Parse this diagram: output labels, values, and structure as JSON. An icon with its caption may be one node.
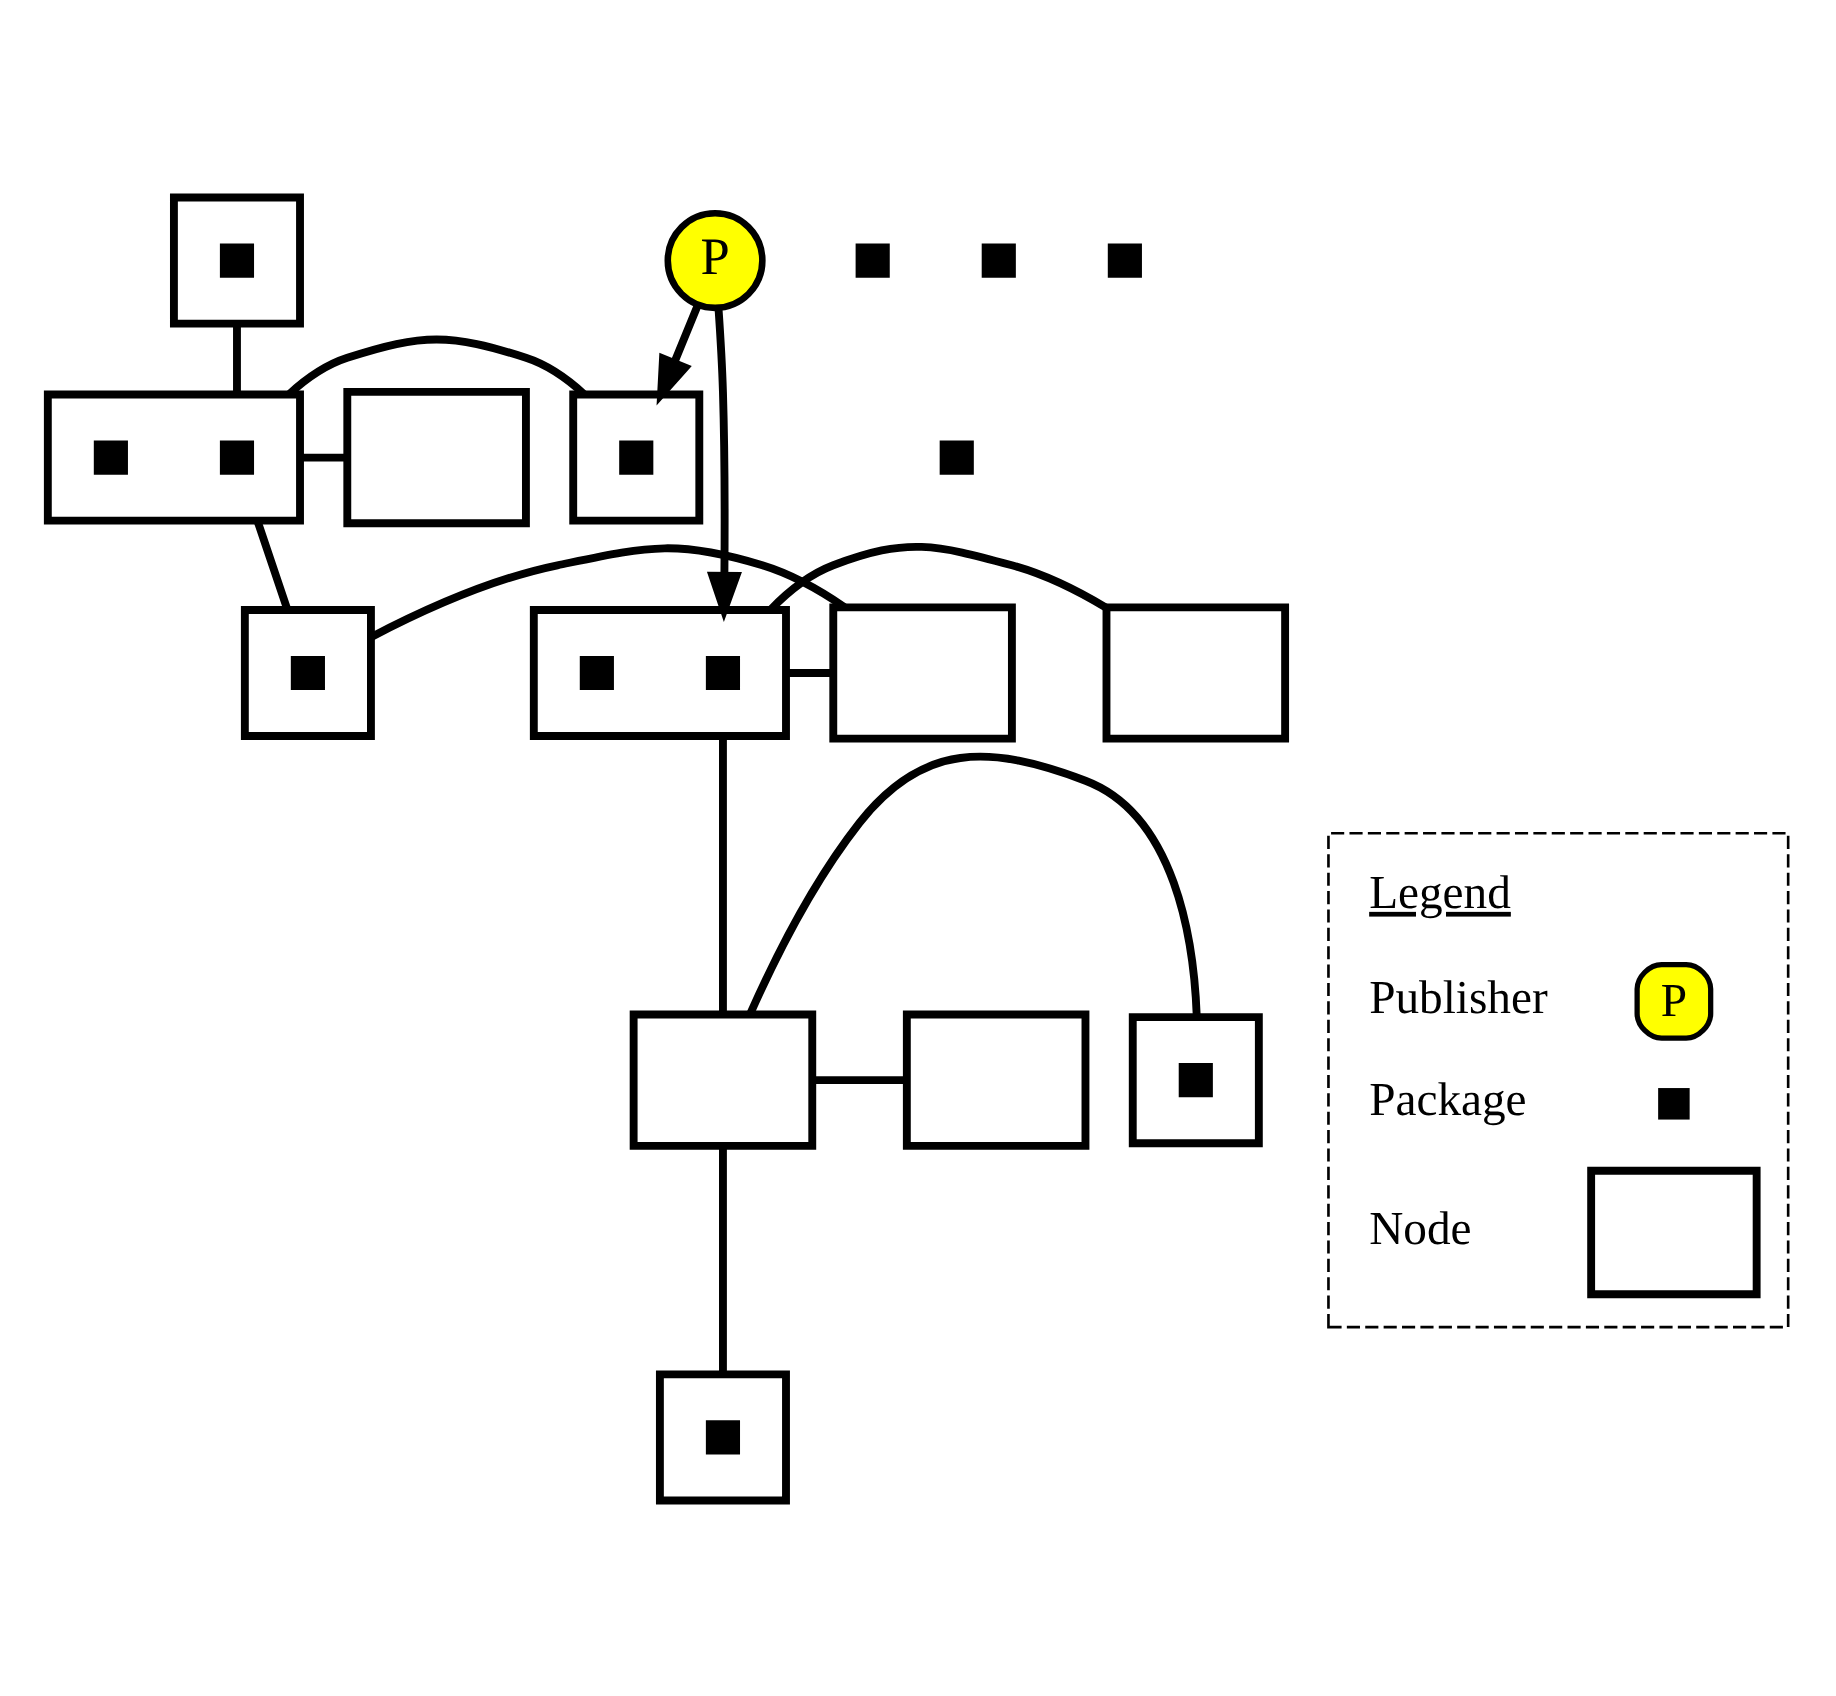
{
  "diagram": {
    "nodes": [
      {
        "text": [],
        "shape": "box"
      },
      {
        "text": [],
        "shape": "square",
        "in": 0
      },
      {
        "text": [],
        "shape": "box"
      },
      {
        "text": [],
        "shape": "box"
      },
      {
        "text": [],
        "shape": "square",
        "in": 3
      },
      {
        "text": [],
        "shape": "square",
        "in": 3
      },
      {
        "text": [],
        "shape": "box"
      },
      {
        "text": [],
        "shape": "square",
        "in": 6
      },
      {
        "text": [
          "P"
        ]
      },
      {
        "text": [],
        "shape": "square"
      },
      {
        "text": [],
        "shape": "square"
      },
      {
        "text": [],
        "shape": "box"
      },
      {
        "text": [],
        "shape": "square",
        "in": 11
      },
      {
        "text": [],
        "shape": "square"
      },
      {
        "text": [],
        "shape": "box"
      },
      {
        "text": [],
        "shape": "box"
      },
      {
        "text": [],
        "shape": "square",
        "in": 15
      },
      {
        "text": [],
        "shape": "square",
        "in": 15
      },
      {
        "text": [],
        "shape": "box"
      },
      {
        "text": [],
        "shape": "square"
      },
      {
        "text": [],
        "shape": "box"
      },
      {
        "text": [],
        "shape": "square",
        "in": 20
      },
      {
        "text": [],
        "shape": "box"
      },
      {
        "text": [],
        "shape": "box"
      },
      {
        "text": [],
        "shape": "box"
      },
      {
        "text": [],
        "shape": "square",
        "in": 24
      }
    ],
    "edges": [
      {
        "from": 0,
        "to": 3,
        "arrow": "none"
      },
      {
        "from": 2,
        "to": 3,
        "arrow": "none"
      },
      {
        "from": 3,
        "to": 6,
        "arrow": "none"
      },
      {
        "from": 8,
        "to": 6,
        "arrow": "to"
      },
      {
        "from": 8,
        "to": 15,
        "arrow": "to"
      },
      {
        "from": 3,
        "to": 11,
        "arrow": "none"
      },
      {
        "from": 11,
        "to": 14,
        "arrow": "none"
      },
      {
        "from": 14,
        "to": 15,
        "arrow": "none"
      },
      {
        "from": 15,
        "to": 18,
        "arrow": "none"
      },
      {
        "from": 15,
        "to": 22,
        "arrow": "none"
      },
      {
        "from": 20,
        "to": 22,
        "arrow": "none"
      },
      {
        "from": 22,
        "to": 23,
        "arrow": "none"
      },
      {
        "from": 22,
        "to": 24,
        "arrow": "none"
      }
    ],
    "labels": [
      "Legend",
      "P"
    ],
    "legend": [
      {
        "text": "Publisher"
      },
      {
        "text": "Package"
      },
      {
        "text": "Node"
      }
    ]
  }
}
